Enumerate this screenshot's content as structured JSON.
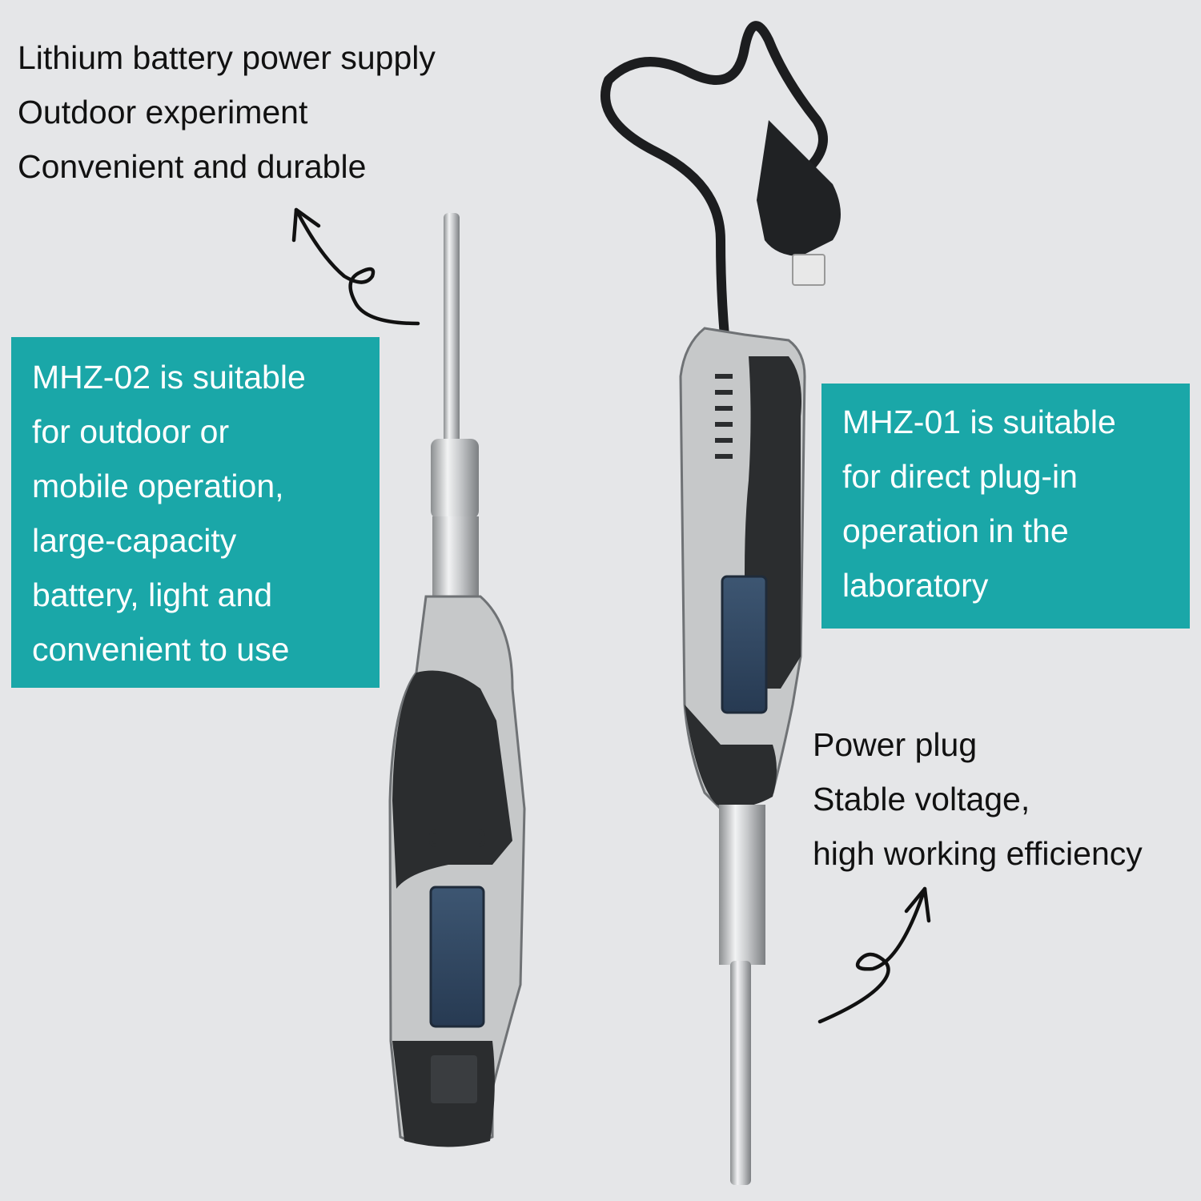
{
  "left_note": {
    "lines": [
      "Lithium battery power supply",
      "Outdoor experiment",
      "Convenient and durable"
    ]
  },
  "left_panel": {
    "lines": [
      "MHZ-02 is suitable",
      "for outdoor or",
      "mobile operation,",
      "large-capacity",
      "battery, light and",
      "convenient to use"
    ]
  },
  "right_panel": {
    "lines": [
      "MHZ-01 is suitable",
      "for direct plug-in",
      "operation in the",
      "laboratory"
    ]
  },
  "right_note": {
    "lines": [
      "Power plug",
      "Stable voltage,",
      "high working efficiency"
    ]
  },
  "colors": {
    "background": "#e5e6e8",
    "panel": "#1aa7a8",
    "panel_text": "#ffffff",
    "body_text": "#111111",
    "device_grey": "#c6c8c9",
    "device_dark": "#2b2d2f"
  }
}
